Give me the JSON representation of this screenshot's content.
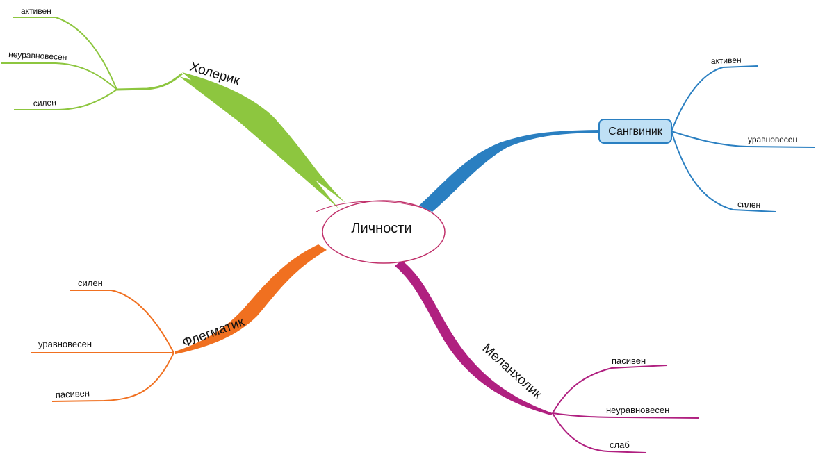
{
  "center": {
    "label": "Личности"
  },
  "branches": {
    "holerik": {
      "label": "Холерик",
      "color": "#8dc63f",
      "leaves": [
        "активен",
        "неуравновесен",
        "силен"
      ]
    },
    "sangvinik": {
      "label": "Сангвиник",
      "color": "#2a7fc1",
      "box_fill": "#bfe0f5",
      "leaves": [
        "активен",
        "уравновесен",
        "силен"
      ]
    },
    "flegmatik": {
      "label": "Флегматик",
      "color": "#f07020",
      "leaves": [
        "силен",
        "уравновесен",
        "пасивен"
      ]
    },
    "melanholik": {
      "label": "Меланхолик",
      "color": "#b02080",
      "leaves": [
        "пасивен",
        "неуравновесен",
        "слаб"
      ]
    }
  }
}
